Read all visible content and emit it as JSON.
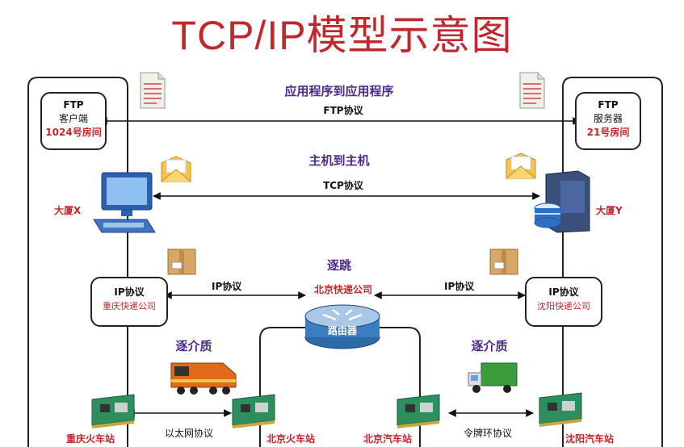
{
  "title": "TCP/IP模型示意图",
  "layers": {
    "app": {
      "header": "应用程序到应用程序",
      "protocol": "FTP协议"
    },
    "transport": {
      "header": "主机到主机",
      "protocol": "TCP协议"
    },
    "network": {
      "header": "逐跳",
      "router_company": "北京快递公司",
      "left_protocol": "IP协议",
      "right_protocol": "IP协议"
    },
    "link_left": {
      "header": "逐介质",
      "protocol": "以太网协议"
    },
    "link_right": {
      "header": "逐介质",
      "protocol": "令牌环协议"
    }
  },
  "ftp_client": {
    "line1": "FTP",
    "line2": "客户端",
    "line3": "1024号房间"
  },
  "ftp_server": {
    "line1": "FTP",
    "line2": "服务器",
    "line3": "21号房间"
  },
  "host_left": "大厦X",
  "host_right": "大厦Y",
  "ip_left": {
    "line1": "IP协议",
    "line2": "重庆快递公司"
  },
  "ip_right": {
    "line1": "IP协议",
    "line2": "沈阳快递公司"
  },
  "router_label": "路由器",
  "stations": [
    "重庆火车站",
    "北京火车站",
    "北京汽车站",
    "沈阳汽车站"
  ],
  "icons": [
    "document-icon",
    "envelope-icon",
    "package-icon",
    "computer-icon",
    "server-icon",
    "router-icon",
    "train-icon",
    "truck-icon",
    "network-card-icon"
  ],
  "colors": {
    "title": "#c0282d",
    "header": "#4b2a8a",
    "label_red": "#c0282d"
  }
}
